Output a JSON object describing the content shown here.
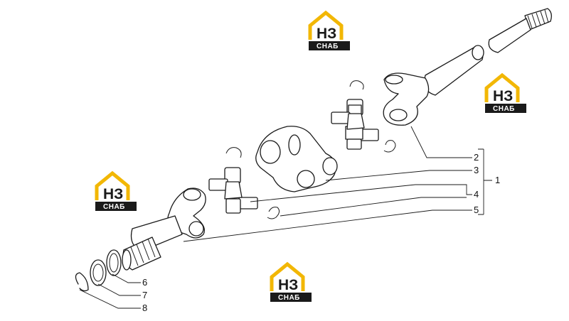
{
  "watermark": {
    "letters": "НЗ",
    "caption": "СНАБ",
    "accent_color": "#f2b705",
    "dark_color": "#1a1a1a"
  },
  "callouts": [
    "1",
    "2",
    "3",
    "4",
    "5",
    "6",
    "7",
    "8"
  ],
  "colors": {
    "line": "#1a1a1a",
    "background": "#ffffff"
  }
}
